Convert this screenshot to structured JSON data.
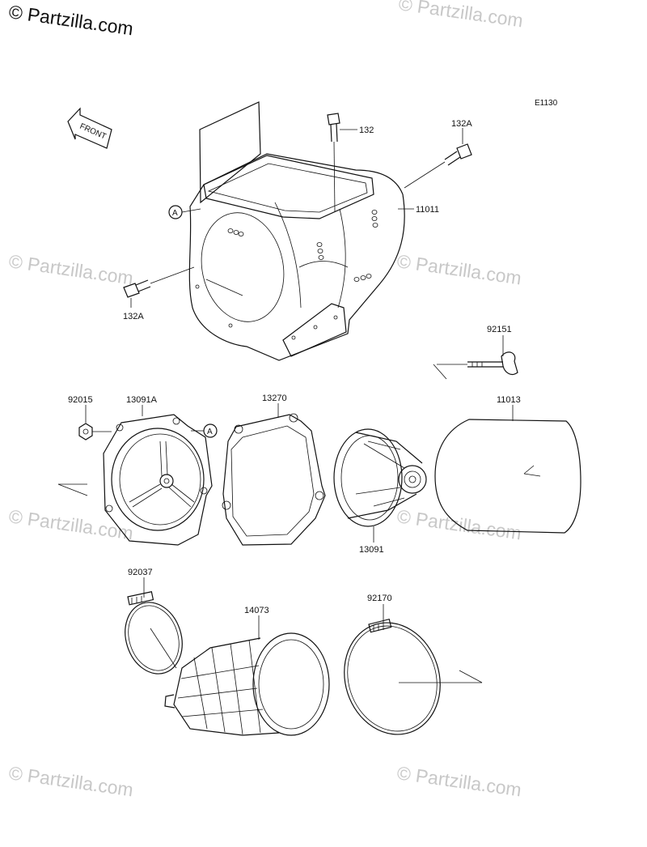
{
  "watermark": {
    "text": "© Partzilla.com"
  },
  "diagram_code": "E1130",
  "front_label": "FRONT",
  "ref_marker": "A",
  "parts": {
    "p132": "132",
    "p132a_top": "132A",
    "p132a_left": "132A",
    "p11011": "11011",
    "p92151": "92151",
    "p92015": "92015",
    "p13091a": "13091A",
    "p13270": "13270",
    "p11013": "11013",
    "p13091": "13091",
    "p92037": "92037",
    "p14073": "14073",
    "p92170": "92170"
  }
}
